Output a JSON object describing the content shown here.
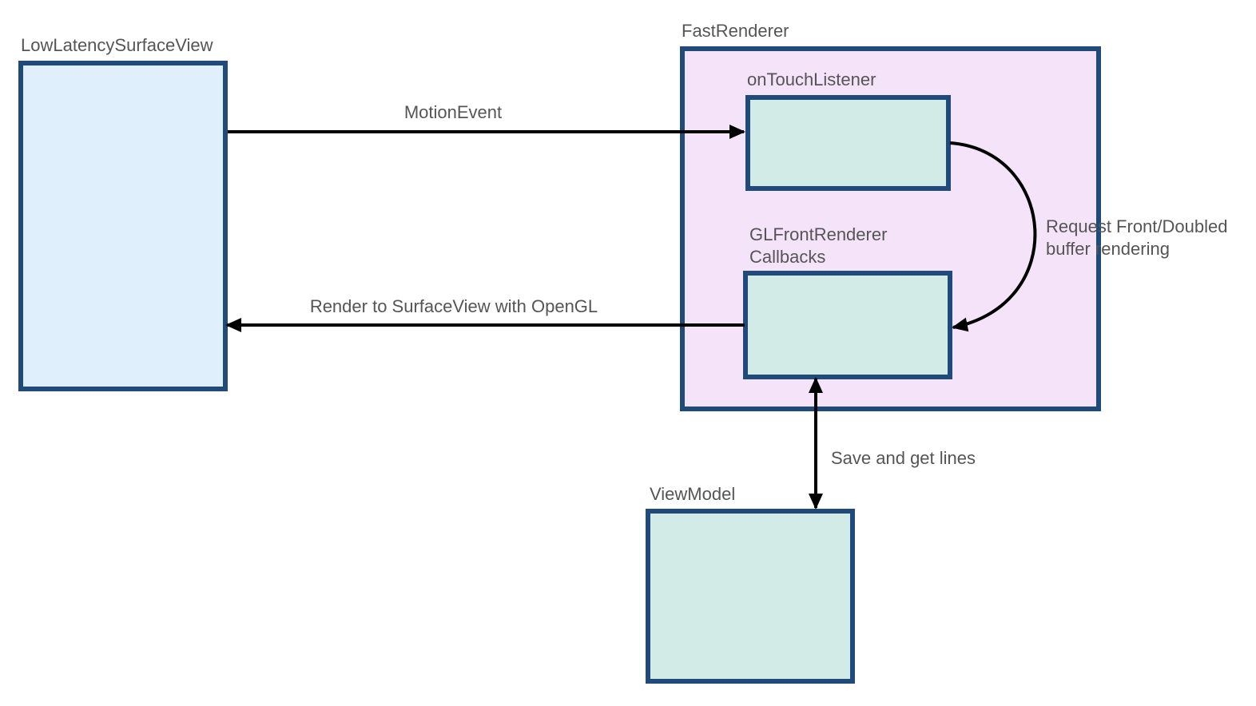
{
  "colors": {
    "stroke": "#1f4a7a",
    "arrow": "#000000",
    "text": "#555555",
    "surface_fill": "#dff0fc",
    "renderer_fill": "#f5e3fa",
    "inner_fill": "#d2ebe6"
  },
  "nodes": {
    "low_latency_surface_view": {
      "label": "LowLatencySurfaceView"
    },
    "fast_renderer": {
      "label": "FastRenderer"
    },
    "on_touch_listener": {
      "label": "onTouchListener"
    },
    "gl_front_renderer": {
      "label_line1": "GLFrontRenderer",
      "label_line2": "Callbacks"
    },
    "view_model": {
      "label": "ViewModel"
    }
  },
  "edges": {
    "motion_event": {
      "label": "MotionEvent"
    },
    "render_to_surface": {
      "label": "Render to SurfaceView with OpenGL"
    },
    "request_rendering": {
      "label_line1": "Request Front/Doubled",
      "label_line2": "buffer rendering"
    },
    "save_and_get_lines": {
      "label": "Save and get lines"
    }
  }
}
